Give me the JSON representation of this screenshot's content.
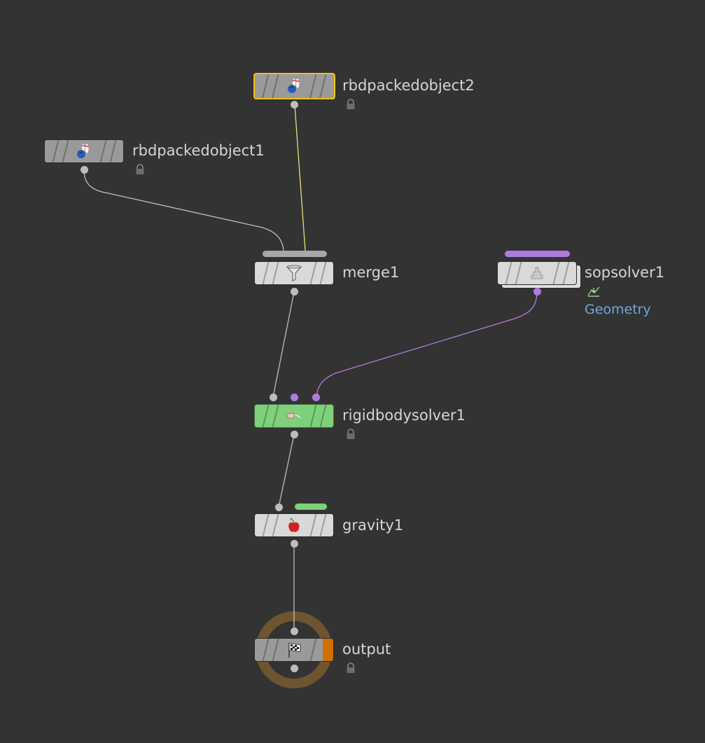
{
  "nodes": [
    {
      "id": "rbdpackedobject2",
      "label": "rbdpackedobject2",
      "locked": true,
      "selected": true
    },
    {
      "id": "rbdpackedobject1",
      "label": "rbdpackedobject1",
      "locked": true
    },
    {
      "id": "merge1",
      "label": "merge1"
    },
    {
      "id": "sopsolver1",
      "label": "sopsolver1",
      "sublabel": "Geometry"
    },
    {
      "id": "rigidbodysolver1",
      "label": "rigidbodysolver1",
      "locked": true
    },
    {
      "id": "gravity1",
      "label": "gravity1"
    },
    {
      "id": "output",
      "label": "output",
      "locked": true
    }
  ],
  "colors": {
    "background": "#333333",
    "wire_default": "#bdbdbd",
    "wire_selected": "#e8e07a",
    "wire_purple": "#b07be0",
    "selection_outline": "#f4c20d",
    "solver_green": "#7fd07a",
    "output_ring": "#6e5530",
    "output_flag": "#d07000",
    "sublabel_blue": "#6fa6e0"
  },
  "icons": {
    "rbdpackedobject2": "bowling-pins-icon",
    "rbdpackedobject1": "bowling-pins-icon",
    "merge1": "funnel-icon",
    "sopsolver1": "sop-solver-icon",
    "rigidbodysolver1": "rigid-body-solver-icon",
    "gravity1": "gravity-apple-icon",
    "output": "checkered-flag-icon",
    "lock": "lock-icon",
    "geometry_badge": "geometry-badge-icon"
  }
}
